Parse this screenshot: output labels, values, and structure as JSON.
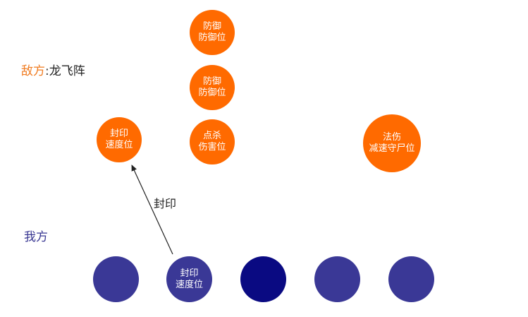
{
  "enemy_side": {
    "prefix": "敌方",
    "colon": ":",
    "formation": "龙飞阵"
  },
  "ally_side": {
    "label": "我方"
  },
  "enemy_nodes": [
    {
      "line1": "防御",
      "line2": "防御位"
    },
    {
      "line1": "防御",
      "line2": "防御位"
    },
    {
      "line1": "点杀",
      "line2": "伤害位"
    },
    {
      "line1": "封印",
      "line2": "速度位"
    },
    {
      "line1": "法伤",
      "line2": "减速守尸位"
    }
  ],
  "ally_nodes": [
    {
      "line1": "",
      "line2": ""
    },
    {
      "line1": "封印",
      "line2": "速度位"
    },
    {
      "line1": "",
      "line2": ""
    },
    {
      "line1": "",
      "line2": ""
    },
    {
      "line1": "",
      "line2": ""
    }
  ],
  "arrow": {
    "label": "封印"
  },
  "colors": {
    "enemy": "#ff6a00",
    "ally": "#3a3896",
    "ally_highlight": "#0a0a82",
    "enemy_label": "#f07b20",
    "ally_label": "#3a3893"
  }
}
